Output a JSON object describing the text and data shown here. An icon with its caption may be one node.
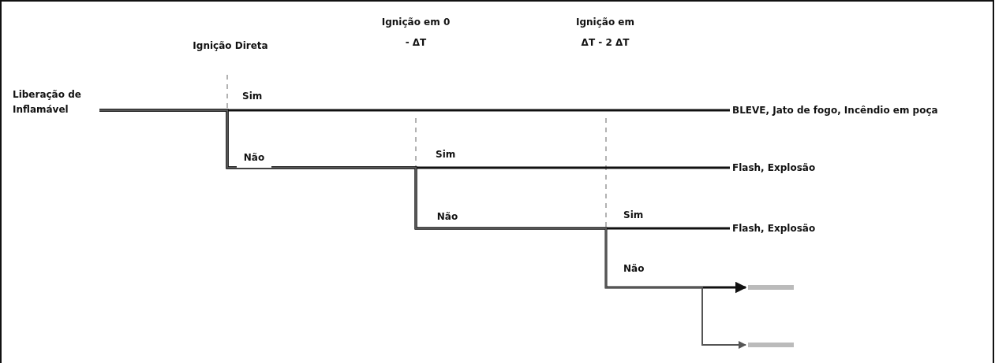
{
  "diagram": {
    "nodes": [
      {
        "text": [
          "Liberação de Inflamável"
        ]
      },
      {
        "text": [
          "BLEVE, Jato de fogo, Incêndio em poça"
        ]
      },
      {
        "text": [
          "Flash, Explosão"
        ]
      },
      {
        "text": [
          "Flash, Explosão"
        ]
      },
      {
        "text": [],
        "shape": "bar"
      },
      {
        "text": [],
        "shape": "bar"
      }
    ],
    "edges": [
      {
        "from": 0,
        "to": 1,
        "arrow": "none",
        "label": "Sim"
      },
      {
        "from": 0,
        "to": 2,
        "arrow": "none",
        "label": "Sim"
      },
      {
        "from": 0,
        "to": 3,
        "arrow": "none",
        "label": "Sim"
      },
      {
        "from": 0,
        "to": 4,
        "arrow": "to",
        "label": "Não"
      },
      {
        "from": 0,
        "to": 5,
        "arrow": "to",
        "color": "#555555"
      }
    ],
    "labels": [
      "Ignição Direta",
      "Ignição em 0 - ΔT",
      "Ignição em ΔT - 2 ΔT",
      "Não",
      "Não"
    ]
  }
}
